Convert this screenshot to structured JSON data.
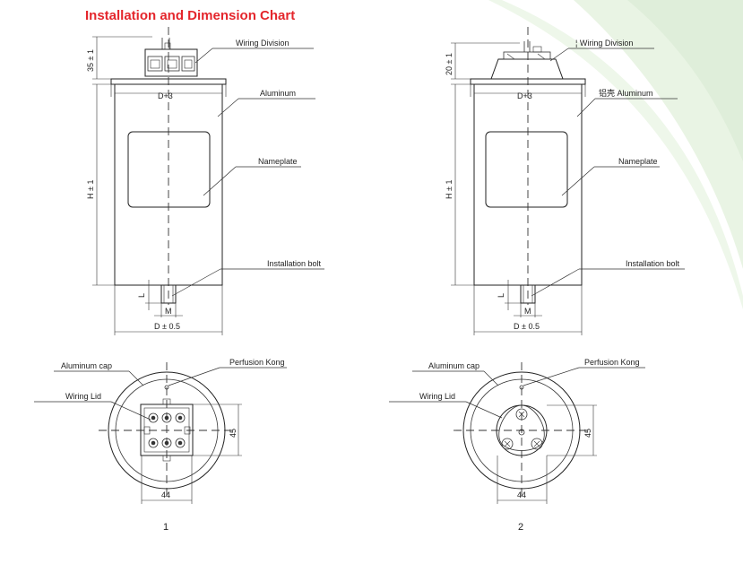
{
  "title": "Installation and Dimension Chart",
  "diagram_1": {
    "number": "1",
    "side_view": {
      "wiring_division": "Wiring Division",
      "aluminum": "Aluminum",
      "nameplate": "Nameplate",
      "installation_bolt": "Installation bolt",
      "top_height": "35 ± 1",
      "body_width": "D+3",
      "height": "H ± 1",
      "bolt_length": "L",
      "bolt_thread": "M",
      "diameter": "D ± 0.5"
    },
    "top_view": {
      "aluminum_cap": "Aluminum cap",
      "perfusion_kong": "Perfusion Kong",
      "wiring_lid": "Wiring Lid",
      "dim_vertical": "45",
      "dim_horizontal": "44"
    }
  },
  "diagram_2": {
    "number": "2",
    "side_view": {
      "wiring_division": "Wiring Division",
      "wiring_division_prefix": "¦",
      "aluminum": "Aluminum",
      "aluminum_chinese": "铝壳",
      "nameplate": "Nameplate",
      "installation_bolt": "Installation bolt",
      "top_height": "20 ± 1",
      "body_width": "D+3",
      "height": "H ± 1",
      "bolt_length": "L",
      "bolt_thread": "M",
      "diameter": "D ± 0.5"
    },
    "top_view": {
      "aluminum_cap": "Aluminum cap",
      "perfusion_kong": "Perfusion Kong",
      "wiring_lid": "Wiring Lid",
      "dim_vertical": "45",
      "dim_horizontal": "44"
    }
  },
  "colors": {
    "title": "#e4262c",
    "background_swoosh": "#e7f3e2",
    "line": "#333333"
  }
}
